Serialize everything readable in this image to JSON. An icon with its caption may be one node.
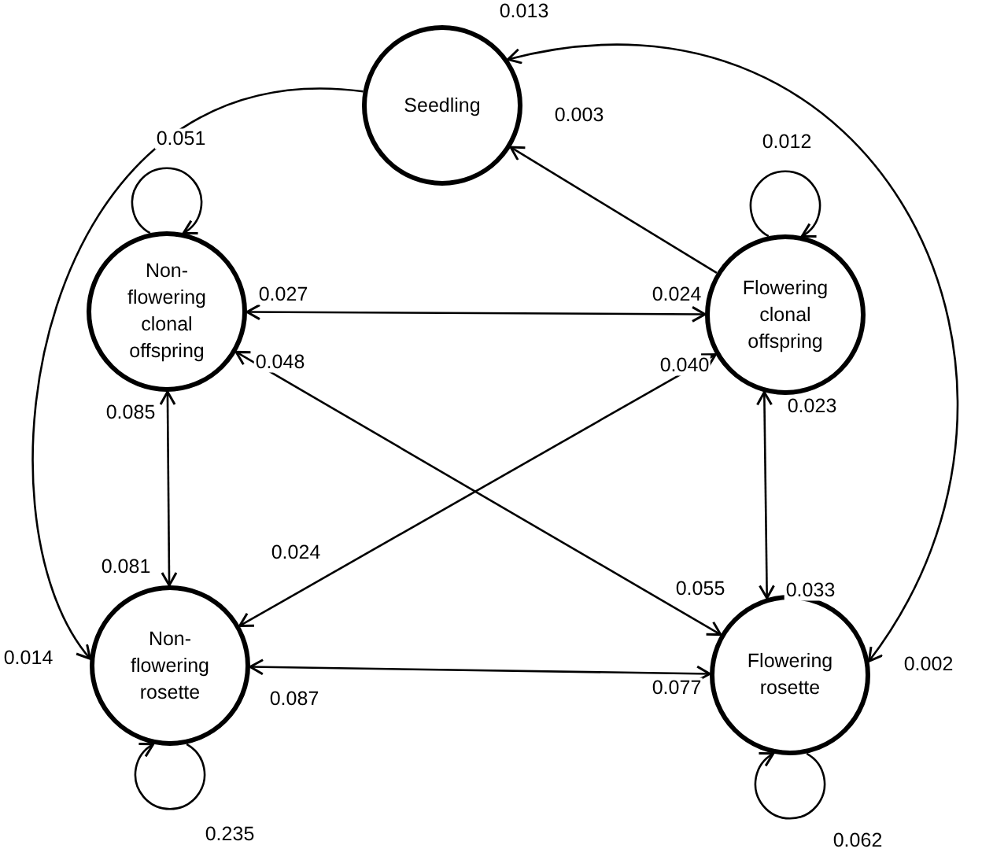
{
  "diagram": {
    "nodes": [
      {
        "text": [
          "Seedling"
        ]
      },
      {
        "text": [
          "Non-flowering clonal offspring"
        ]
      },
      {
        "text": [
          "Flowering clonal offspring"
        ]
      },
      {
        "text": [
          "Non-flowering rosette"
        ]
      },
      {
        "text": [
          "Flowering rosette"
        ]
      }
    ],
    "edges": [
      {
        "from": 0,
        "to": 3,
        "arrow": "to",
        "label": "0.014"
      },
      {
        "from": 0,
        "to": 4,
        "arrow": "both",
        "label": "0.002"
      },
      {
        "from": 2,
        "to": 0,
        "arrow": "to",
        "label": "0.003"
      },
      {
        "from": 1,
        "to": 1,
        "arrow": "to",
        "label": "0.051"
      },
      {
        "from": 2,
        "to": 2,
        "arrow": "to",
        "label": "0.012"
      },
      {
        "from": 3,
        "to": 3,
        "arrow": "to",
        "label": "0.235"
      },
      {
        "from": 4,
        "to": 4,
        "arrow": "to",
        "label": "0.062"
      },
      {
        "from": 1,
        "to": 2,
        "arrow": "both",
        "label": "0.024"
      },
      {
        "from": 1,
        "to": 3,
        "arrow": "both",
        "label": "0.081"
      },
      {
        "from": 2,
        "to": 4,
        "arrow": "both",
        "label": "0.033"
      },
      {
        "from": 3,
        "to": 4,
        "arrow": "both",
        "label": "0.077"
      },
      {
        "from": 1,
        "to": 4,
        "arrow": "both",
        "label": "0.055"
      },
      {
        "from": 2,
        "to": 3,
        "arrow": "both",
        "label": "0.024"
      }
    ],
    "labels": [
      "0.013",
      "0.027",
      "0.085",
      "0.023",
      "0.087",
      "0.048",
      "0.040"
    ]
  }
}
